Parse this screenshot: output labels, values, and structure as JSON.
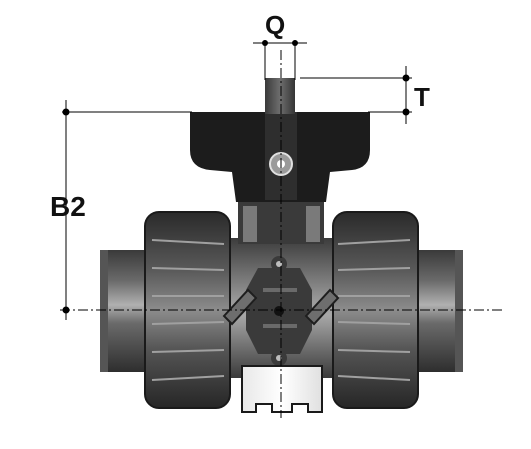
{
  "labels": {
    "q": "Q",
    "t": "T",
    "b2": "B2"
  },
  "colors": {
    "background": "#ffffff",
    "body_dark": "#2b2b2b",
    "body_mid": "#4a4a4a",
    "body_light": "#7a7a7a",
    "highlight": "#b8b8b8",
    "actuator": "#1c1c1c",
    "line": "#000000"
  }
}
